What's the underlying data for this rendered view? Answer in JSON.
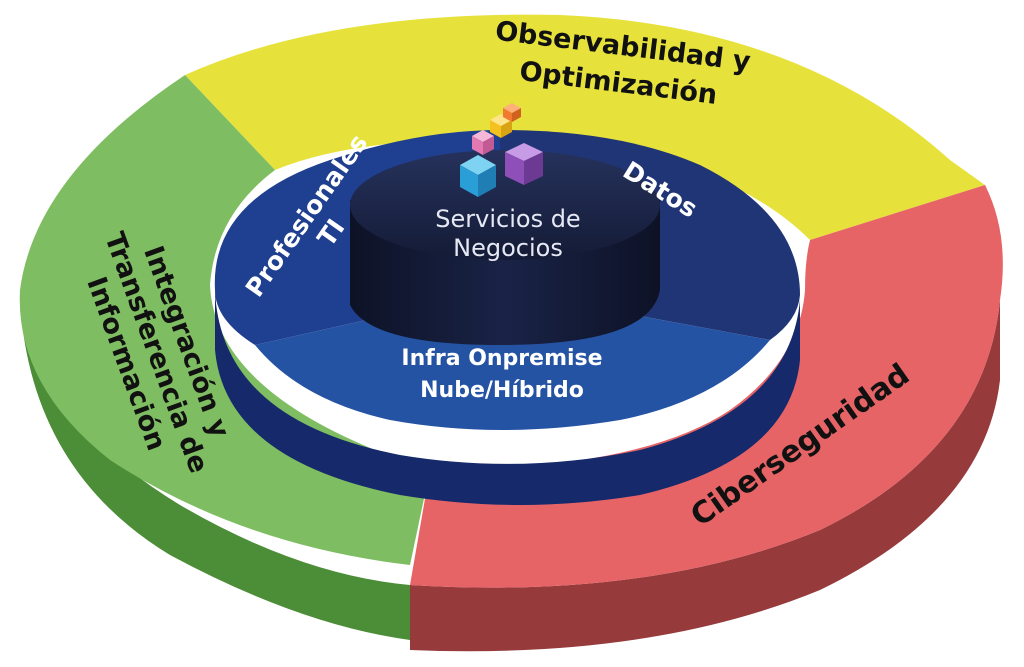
{
  "outer_ring": {
    "top": {
      "line1": "Observabilidad y",
      "line2": "Optimización",
      "color": "#e6e23b"
    },
    "left": {
      "line1": "Integración y",
      "line2": "Transferencia de",
      "line3": "Información",
      "color": "#7fbd62"
    },
    "right": {
      "label": "Ciberseguridad",
      "color": "#e76466"
    }
  },
  "inner_ring": {
    "left": {
      "line1": "Profesionales",
      "line2": "TI",
      "color": "#1f3f91"
    },
    "right": {
      "label": "Datos",
      "color": "#203575"
    },
    "bottom": {
      "line1": "Infra Onpremise",
      "line2": "Nube/Híbrido",
      "color": "#2553a4"
    }
  },
  "core": {
    "line1": "Servicios de",
    "line2": "Negocios",
    "color": "#16203f"
  },
  "icons": [
    "cube-icon-cyan",
    "cube-icon-purple",
    "cube-icon-pink",
    "cube-icon-yellow",
    "cube-icon-orange"
  ]
}
